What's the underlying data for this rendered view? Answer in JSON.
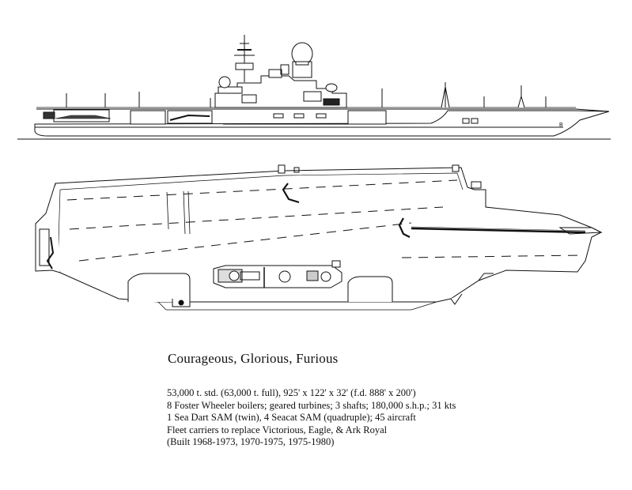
{
  "caption": {
    "title": "Courageous, Glorious, Furious",
    "specs": [
      "53,000 t. std. (63,000 t. full),  925' x 122' x 32' (f.d. 888' x 200')",
      "8 Foster Wheeler boilers; geared turbines; 3 shafts; 180,000 s.h.p.; 31 kts",
      "1 Sea Dart SAM (twin), 4 Seacat SAM (quadruple); 45 aircraft",
      " Fleet carriers to replace Victorious, Eagle, & Ark Royal",
      " (Built 1968-1973, 1970-1975, 1975-1980)"
    ]
  }
}
